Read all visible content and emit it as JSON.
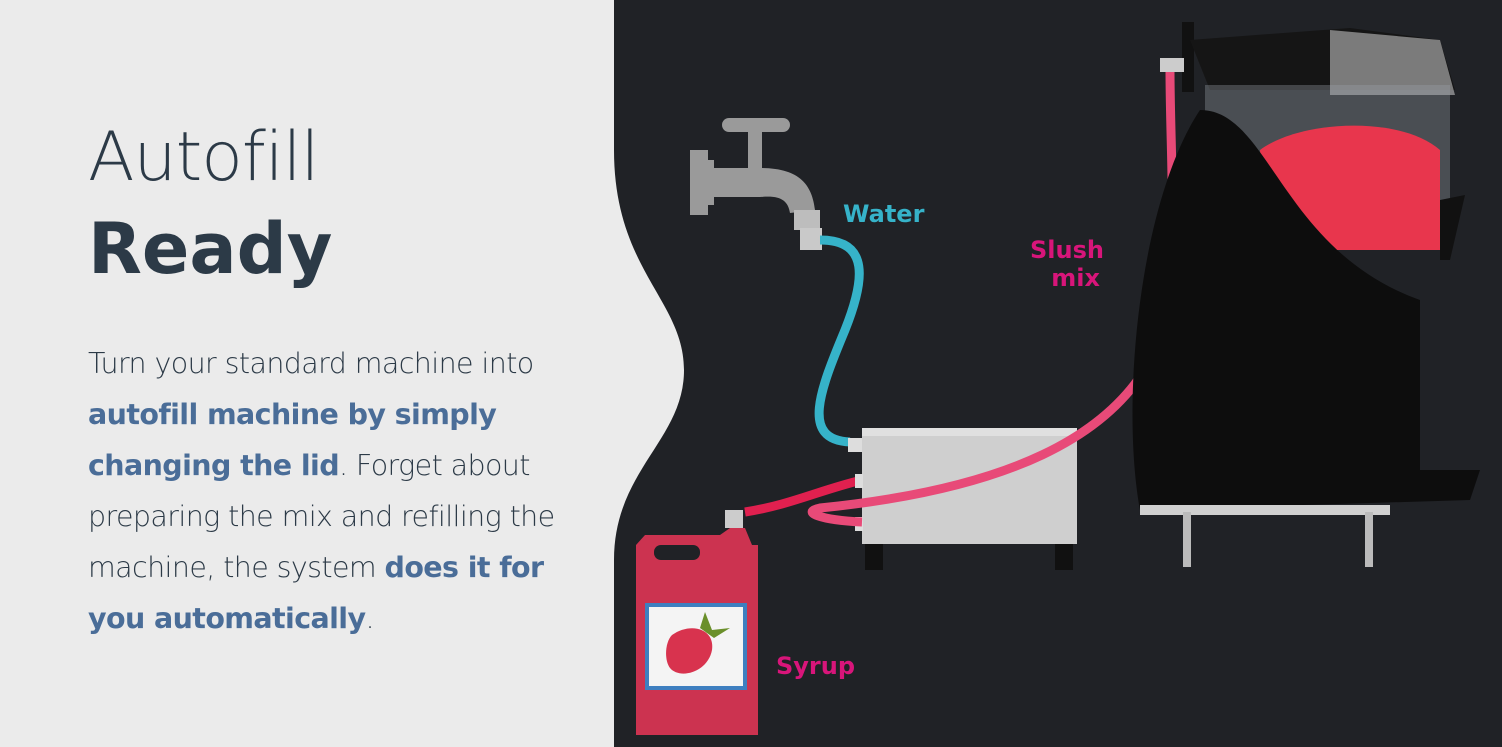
{
  "heading": {
    "line1": "Autofill",
    "line2": "Ready"
  },
  "description": {
    "p1": "Turn your standard machine into ",
    "b1": "autofill machine by simply changing the lid",
    "p2": ". Forget about preparing the mix and refilling the machine, the system ",
    "b2": "does it for you automatically",
    "p3": "."
  },
  "diagram_labels": {
    "water": "Water",
    "slush_mix_line1": "Slush",
    "slush_mix_line2": "mix",
    "syrup": "Syrup"
  },
  "colors": {
    "background_light": "#ebebeb",
    "background_dark": "#202226",
    "heading": "#2c3a47",
    "highlight": "#4a6d98",
    "water": "#36b3c9",
    "syrup": "#d8157a",
    "hose_pink": "#e84a78",
    "jug": "#cc3350"
  }
}
